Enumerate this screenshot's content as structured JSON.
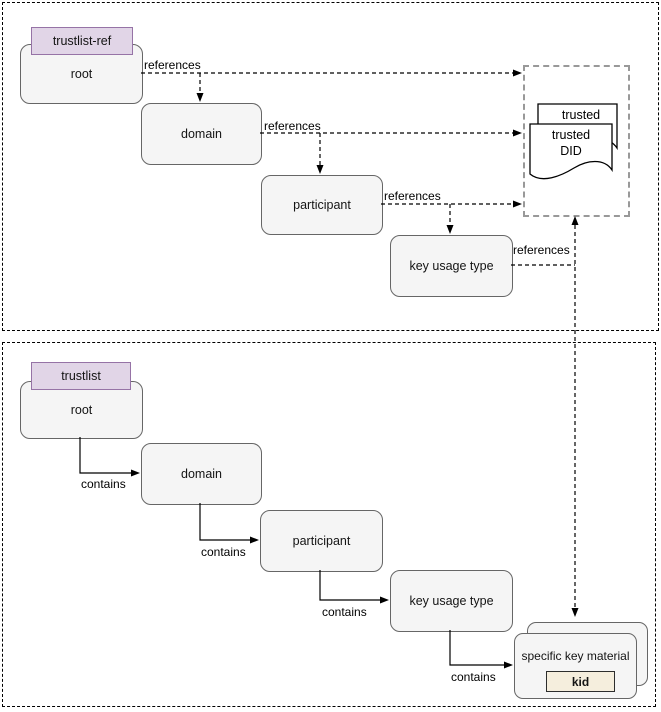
{
  "top_section": {
    "tag": "trustlist-ref",
    "nodes": {
      "root": "root",
      "domain": "domain",
      "participant": "participant",
      "key_usage_type": "key usage type"
    },
    "edge_label": "references",
    "trusted_document": {
      "back_label": "trusted",
      "front_line1": "trusted",
      "front_line2": "DID"
    }
  },
  "bottom_section": {
    "tag": "trustlist",
    "nodes": {
      "root": "root",
      "domain": "domain",
      "participant": "participant",
      "key_usage_type": "key usage type",
      "specific_key_material": "specific key material",
      "kid": "kid"
    },
    "edge_label": "contains"
  },
  "colors": {
    "node_fill": "#f5f5f5",
    "node_border": "#666666",
    "tag_fill": "#e1d5e7",
    "tag_border": "#9673a6",
    "kid_fill": "#f5eedd",
    "kid_border": "#2d2d2d",
    "container_border": "#999999",
    "section_border": "#000000",
    "document_fill": "#ffffff",
    "edge_color": "#000000"
  }
}
